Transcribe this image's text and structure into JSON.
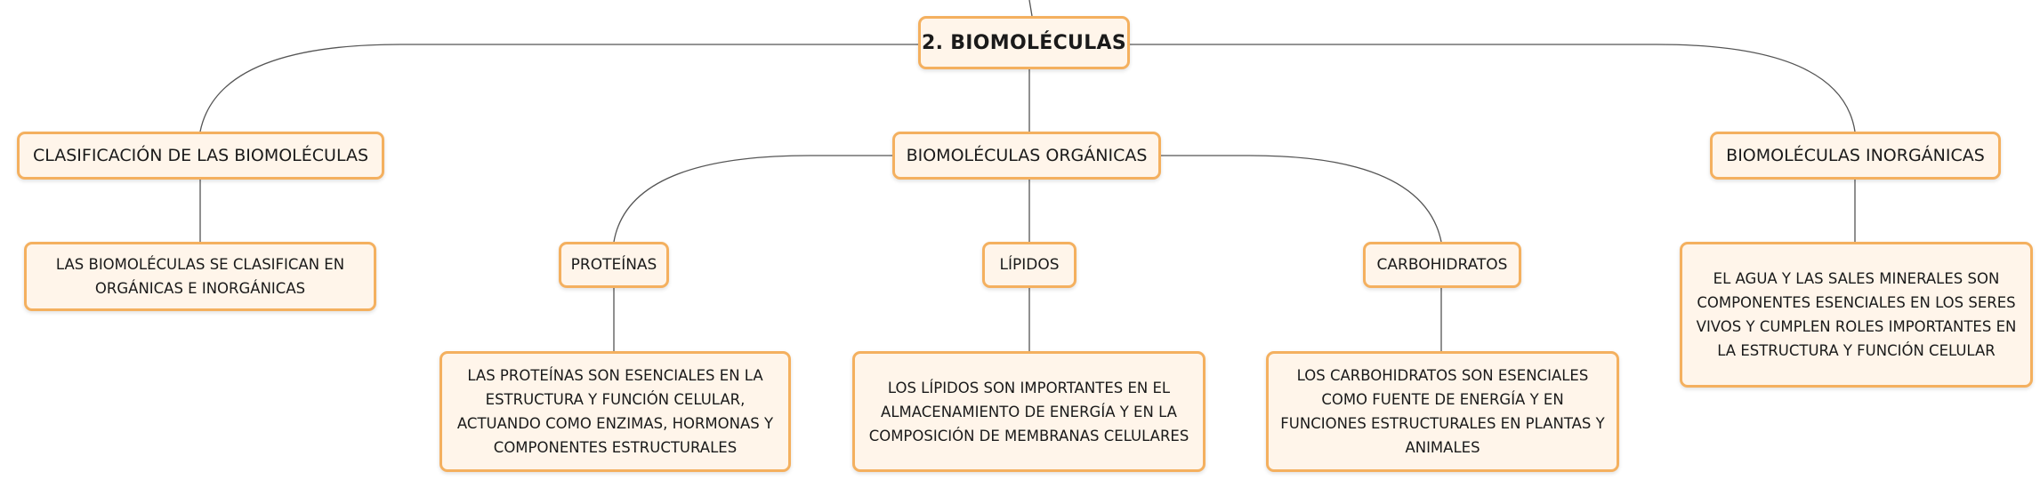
{
  "diagram": {
    "root": {
      "label": "2. BIOMOLÉCULAS"
    },
    "branches": {
      "clasificacion": {
        "label": "CLASIFICACIÓN DE LAS BIOMOLÉCULAS",
        "detail": "LAS BIOMOLÉCULAS SE CLASIFICAN EN ORGÁNICAS E INORGÁNICAS"
      },
      "organicas": {
        "label": "BIOMOLÉCULAS ORGÁNICAS",
        "children": {
          "proteinas": {
            "label": "PROTEÍNAS",
            "detail": "LAS PROTEÍNAS SON ESENCIALES EN LA ESTRUCTURA Y FUNCIÓN CELULAR, ACTUANDO COMO ENZIMAS, HORMONAS Y COMPONENTES ESTRUCTURALES"
          },
          "lipidos": {
            "label": "LÍPIDOS",
            "detail": "LOS LÍPIDOS SON IMPORTANTES EN EL ALMACENAMIENTO DE ENERGÍA Y EN LA COMPOSICIÓN DE MEMBRANAS CELULARES"
          },
          "carbohidratos": {
            "label": "CARBOHIDRATOS",
            "detail": "LOS CARBOHIDRATOS SON ESENCIALES COMO FUENTE DE ENERGÍA Y EN FUNCIONES ESTRUCTURALES EN PLANTAS Y ANIMALES"
          }
        }
      },
      "inorganicas": {
        "label": "BIOMOLÉCULAS INORGÁNICAS",
        "detail": "EL AGUA Y LAS SALES MINERALES SON COMPONENTES ESENCIALES EN LOS SERES VIVOS Y CUMPLEN ROLES IMPORTANTES EN LA ESTRUCTURA Y FUNCIÓN CELULAR"
      }
    },
    "colors": {
      "border": "#f4b05f",
      "fill": "#fff5ea",
      "connector": "#555555"
    }
  }
}
